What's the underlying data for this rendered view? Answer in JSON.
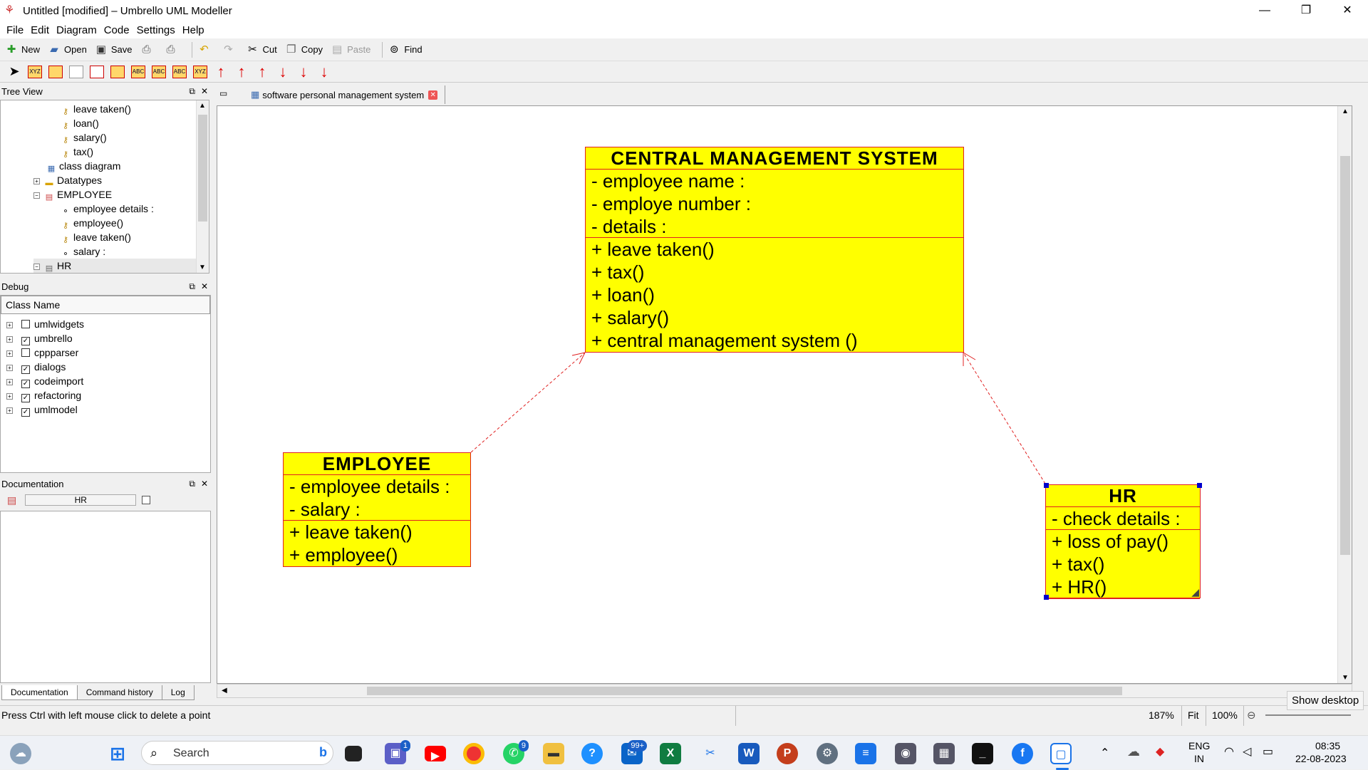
{
  "window": {
    "title": "Untitled [modified] – Umbrello UML Modeller",
    "controls": {
      "minimize": "—",
      "restore": "❐",
      "close": "✕"
    }
  },
  "menu": [
    "File",
    "Edit",
    "Diagram",
    "Code",
    "Settings",
    "Help"
  ],
  "toolbar": {
    "new": "New",
    "open": "Open",
    "save": "Save",
    "cut": "Cut",
    "copy": "Copy",
    "paste": "Paste",
    "find": "Find"
  },
  "tool_palette": {
    "select": "select-arrow-icon",
    "box_labels": [
      "XYZ",
      "",
      "",
      "",
      "",
      "ABC",
      "ABC",
      "ABC",
      "XYZ"
    ],
    "arrows": [
      "↑",
      "↑",
      "↑",
      "↓",
      "↓",
      "↓"
    ]
  },
  "tree_view": {
    "title": "Tree View",
    "items": [
      {
        "label": "leave taken()",
        "icon": "operation-icon"
      },
      {
        "label": "loan()",
        "icon": "operation-icon"
      },
      {
        "label": "salary()",
        "icon": "operation-icon"
      },
      {
        "label": "tax()",
        "icon": "operation-icon"
      },
      {
        "label": "class diagram",
        "icon": "diagram-icon"
      },
      {
        "label": "Datatypes",
        "icon": "folder-icon",
        "expander": "+"
      },
      {
        "label": "EMPLOYEE",
        "icon": "class-icon",
        "expander": "−"
      },
      {
        "label": "employee details :",
        "icon": "attribute-icon"
      },
      {
        "label": "employee()",
        "icon": "operation-icon"
      },
      {
        "label": "leave taken()",
        "icon": "operation-icon"
      },
      {
        "label": "salary :",
        "icon": "attribute-icon"
      },
      {
        "label": "HR",
        "icon": "class-icon",
        "expander": "−"
      }
    ]
  },
  "debug": {
    "title": "Debug",
    "column": "Class Name",
    "rows": [
      {
        "label": "umlwidgets",
        "checked": false
      },
      {
        "label": "umbrello",
        "checked": true
      },
      {
        "label": "cppparser",
        "checked": false
      },
      {
        "label": "dialogs",
        "checked": true
      },
      {
        "label": "codeimport",
        "checked": true
      },
      {
        "label": "refactoring",
        "checked": true
      },
      {
        "label": "umlmodel",
        "checked": true
      }
    ]
  },
  "documentation": {
    "title": "Documentation",
    "class_name": "HR",
    "tabs": [
      "Documentation",
      "Command history",
      "Log"
    ]
  },
  "diagram_tab": {
    "label": "software personal management system"
  },
  "classes": {
    "central": {
      "name": "CENTRAL MANAGEMENT SYSTEM",
      "attributes": [
        "- employee name :",
        "- employe number  :",
        "- details :"
      ],
      "operations": [
        "+ leave taken()",
        "+ tax()",
        "+ loan()",
        "+ salary()",
        "+ central management system ()"
      ]
    },
    "employee": {
      "name": "EMPLOYEE",
      "attributes": [
        "- employee details :",
        "- salary :"
      ],
      "operations": [
        "+ leave taken()",
        "+ employee()"
      ]
    },
    "hr": {
      "name": "HR",
      "attributes": [
        "- check details :"
      ],
      "operations": [
        "+ loss of pay()",
        "+ tax()",
        "+ HR()"
      ]
    }
  },
  "status": {
    "message": "Press Ctrl with left mouse click to delete a point",
    "zoom": "187%",
    "fit": "Fit",
    "reset": "100%"
  },
  "tooltip": "Show desktop",
  "taskbar": {
    "search": "Search",
    "badges": {
      "teams": "1",
      "whatsapp": "9",
      "mail": "99+"
    },
    "lang": "ENG",
    "region": "IN",
    "time": "08:35",
    "date": "22-08-2023"
  },
  "colors": {
    "class_fill": "#ffff00",
    "class_border": "#e02020",
    "assoc_line": "#e02020"
  }
}
